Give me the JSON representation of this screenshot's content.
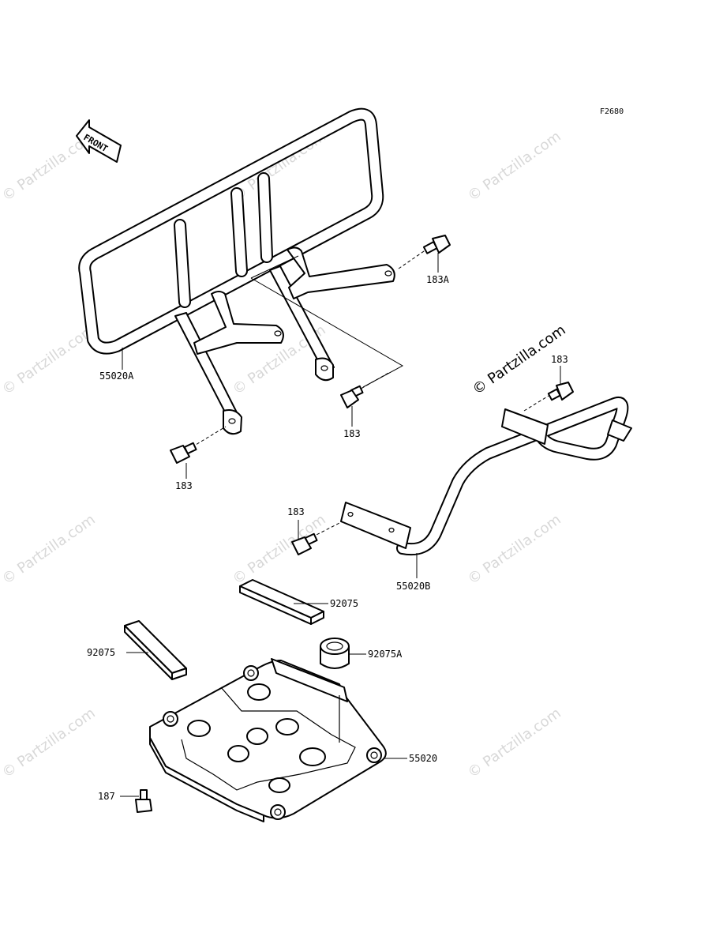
{
  "diagram": {
    "figure_code": "F2680",
    "front_indicator": "FRONT",
    "watermark": "© Partzilla.com",
    "callouts": {
      "rear_guard": "55020A",
      "bolt_183a": "183A",
      "bolt_183_right": "183",
      "bolt_183_mid": "183",
      "bolt_183_left": "183",
      "bolt_183_lower": "183",
      "front_guard": "55020B",
      "pad_upper": "92075",
      "pad_left": "92075",
      "bushing": "92075A",
      "skid_plate": "55020",
      "bolt_187": "187"
    }
  }
}
